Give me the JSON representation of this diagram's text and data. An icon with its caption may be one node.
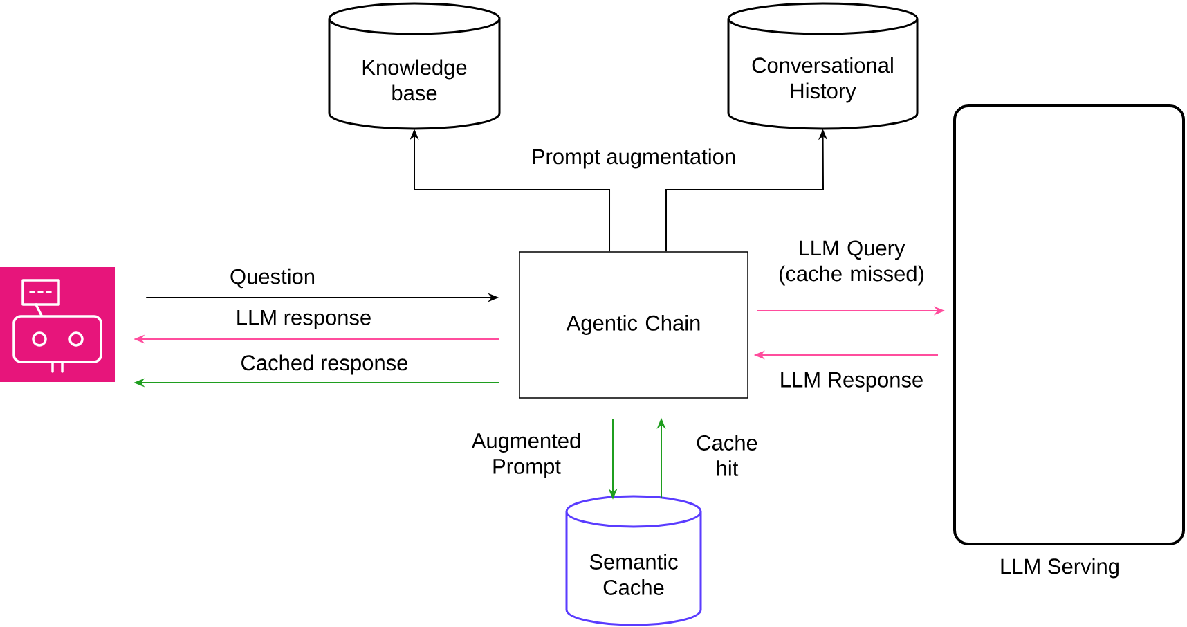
{
  "diagram": {
    "nodes": [
      {
        "text": [
          "Knowledge base"
        ]
      },
      {
        "text": [
          "Conversational History"
        ]
      },
      {
        "text": [],
        "shape": "picture"
      },
      {
        "text": [
          "Agentic Chain"
        ]
      },
      {
        "text": [
          "LLM Serving"
        ]
      },
      {
        "text": [
          "Semantic Cache"
        ]
      }
    ],
    "edges": [
      {
        "from": 3,
        "to": 0,
        "arrow": "to",
        "label": "Prompt augmentation"
      },
      {
        "from": 3,
        "to": 1,
        "arrow": "to"
      },
      {
        "from": 2,
        "to": 3,
        "arrow": "to",
        "label": "Question"
      },
      {
        "from": 3,
        "to": 2,
        "arrow": "to",
        "label": "LLM response",
        "color": "#ff4d9d"
      },
      {
        "from": 3,
        "to": 2,
        "arrow": "to",
        "label": "Cached response",
        "color": "#1f9e1f"
      },
      {
        "from": 3,
        "to": 4,
        "arrow": "to",
        "label": "LLM Query (cache missed)",
        "color": "#ff4d9d"
      },
      {
        "from": 4,
        "to": 3,
        "arrow": "to",
        "label": "LLM Response",
        "color": "#ff4d9d"
      },
      {
        "from": 3,
        "to": 5,
        "arrow": "to",
        "label": "Augmented Prompt",
        "color": "#1f9e1f"
      },
      {
        "from": 5,
        "to": 3,
        "arrow": "to",
        "label": "Cache hit",
        "color": "#1f9e1f"
      }
    ]
  }
}
